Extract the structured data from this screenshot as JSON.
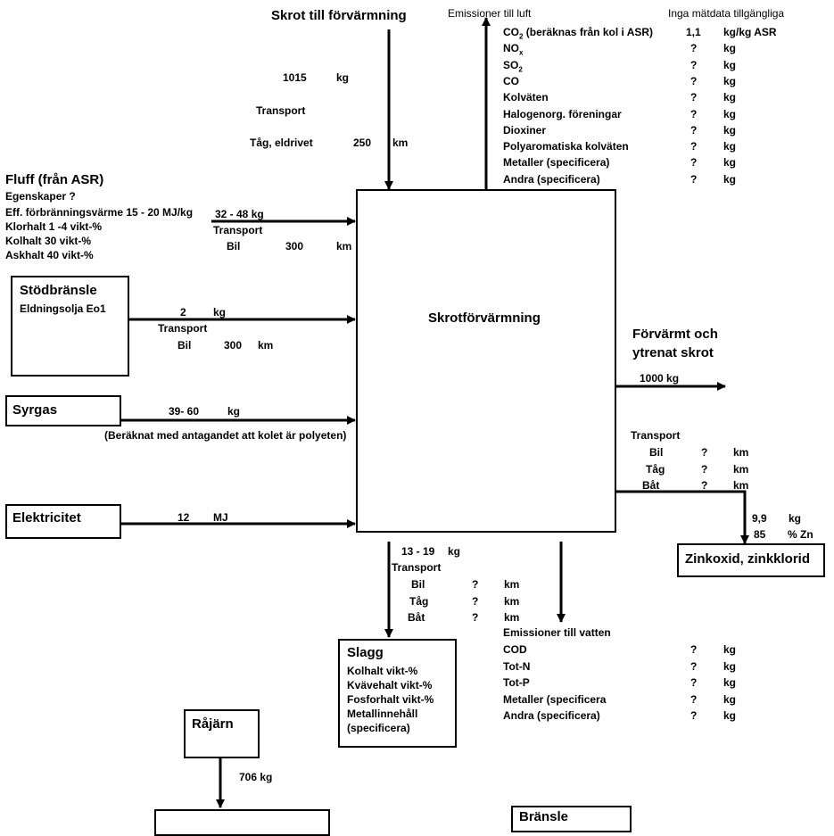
{
  "top": {
    "title": "Skrot till förvärmning",
    "amount": "1015",
    "unit": "kg",
    "transport_label": "Transport",
    "mode": "Tåg, eldrivet",
    "distance": "250",
    "distance_unit": "km"
  },
  "air": {
    "title": "Emissioner till luft",
    "nodata": "Inga mätdata tillgängliga",
    "rows": [
      {
        "name": "CO",
        "sub": "2",
        "rest": " (beräknas från kol i ASR)",
        "value": "1,1",
        "unit": "kg/kg ASR"
      },
      {
        "name": "NO",
        "sub": "x",
        "rest": "",
        "value": "?",
        "unit": "kg"
      },
      {
        "name": "SO",
        "sub": "2",
        "rest": "",
        "value": "?",
        "unit": "kg"
      },
      {
        "name": "CO",
        "sub": "",
        "rest": "",
        "value": "?",
        "unit": "kg"
      },
      {
        "name": "Kolväten",
        "sub": "",
        "rest": "",
        "value": "?",
        "unit": "kg"
      },
      {
        "name": "Halogenorg. föreningar",
        "sub": "",
        "rest": "",
        "value": "?",
        "unit": "kg"
      },
      {
        "name": "Dioxiner",
        "sub": "",
        "rest": "",
        "value": "?",
        "unit": "kg"
      },
      {
        "name": "Polyaromatiska kolväten",
        "sub": "",
        "rest": "",
        "value": "?",
        "unit": "kg"
      },
      {
        "name": "Metaller (specificera)",
        "sub": "",
        "rest": "",
        "value": "?",
        "unit": "kg"
      },
      {
        "name": "Andra (specificera)",
        "sub": "",
        "rest": "",
        "value": "?",
        "unit": "kg"
      }
    ]
  },
  "fluff": {
    "title": "Fluff (från ASR)",
    "props": "Egenskaper ?",
    "heat": "Eff. förbränningsvärme  15 - 20 MJ/kg",
    "chlor": "Klorhalt  1 -4  vikt-%",
    "carbon": "Kolhalt   30 vikt-%",
    "ash": "Askhalt  40  vikt-%",
    "amount": "32 - 48  kg",
    "transport_label": "Transport",
    "mode": "Bil",
    "distance": "300",
    "distance_unit": "km"
  },
  "stod": {
    "title": "Stödbränsle",
    "fuel": "Eldningsolja Eo1",
    "amount": "2",
    "unit": "kg",
    "transport_label": "Transport",
    "mode": "Bil",
    "distance": "300",
    "distance_unit": "km"
  },
  "syrgas": {
    "title": "Syrgas",
    "amount": "39- 60",
    "unit": "kg",
    "note": "(Beräknat med antagandet att kolet är polyeten)"
  },
  "el": {
    "title": "Elektricitet",
    "amount": "12",
    "unit": "MJ"
  },
  "process": {
    "title": "Skrotförvärmning"
  },
  "output": {
    "title_1": "Förvärmt och",
    "title_2": "ytrenat skrot",
    "amount": "1000 kg"
  },
  "transport_right": {
    "label": "Transport",
    "rows": [
      {
        "mode": "Bil",
        "value": "?",
        "unit": "km"
      },
      {
        "mode": "Tåg",
        "value": "?",
        "unit": "km"
      },
      {
        "mode": "Båt",
        "value": "?",
        "unit": "km"
      }
    ]
  },
  "zink": {
    "amount": "9,9",
    "amount_unit": "kg",
    "pct": "85",
    "pct_unit": "% Zn",
    "title": "Zinkoxid, zinkklorid"
  },
  "slagg_flow": {
    "amount": "13 - 19",
    "unit": "kg",
    "transport_label": "Transport",
    "rows": [
      {
        "mode": "Bil",
        "value": "?",
        "unit": "km"
      },
      {
        "mode": "Tåg",
        "value": "?",
        "unit": "km"
      },
      {
        "mode": "Båt",
        "value": "?",
        "unit": "km"
      }
    ]
  },
  "slagg": {
    "title": "Slagg",
    "l1": "Kolhalt     vikt-%",
    "l2": "Kvävehalt vikt-%",
    "l3": "Fosforhalt vikt-%",
    "l4": "Metallinnehåll",
    "l5": "(specificera)"
  },
  "water": {
    "title": "Emissioner till vatten",
    "rows": [
      {
        "name": "COD",
        "value": "?",
        "unit": "kg"
      },
      {
        "name": "Tot-N",
        "value": "?",
        "unit": "kg"
      },
      {
        "name": "Tot-P",
        "value": "?",
        "unit": "kg"
      },
      {
        "name": "Metaller (specificera",
        "value": "?",
        "unit": "kg"
      },
      {
        "name": "Andra (specificera)",
        "value": "?",
        "unit": "kg"
      }
    ]
  },
  "rajarn": {
    "title": "Råjärn",
    "amount": "706 kg"
  },
  "bransle": {
    "title": "Bränsle"
  }
}
